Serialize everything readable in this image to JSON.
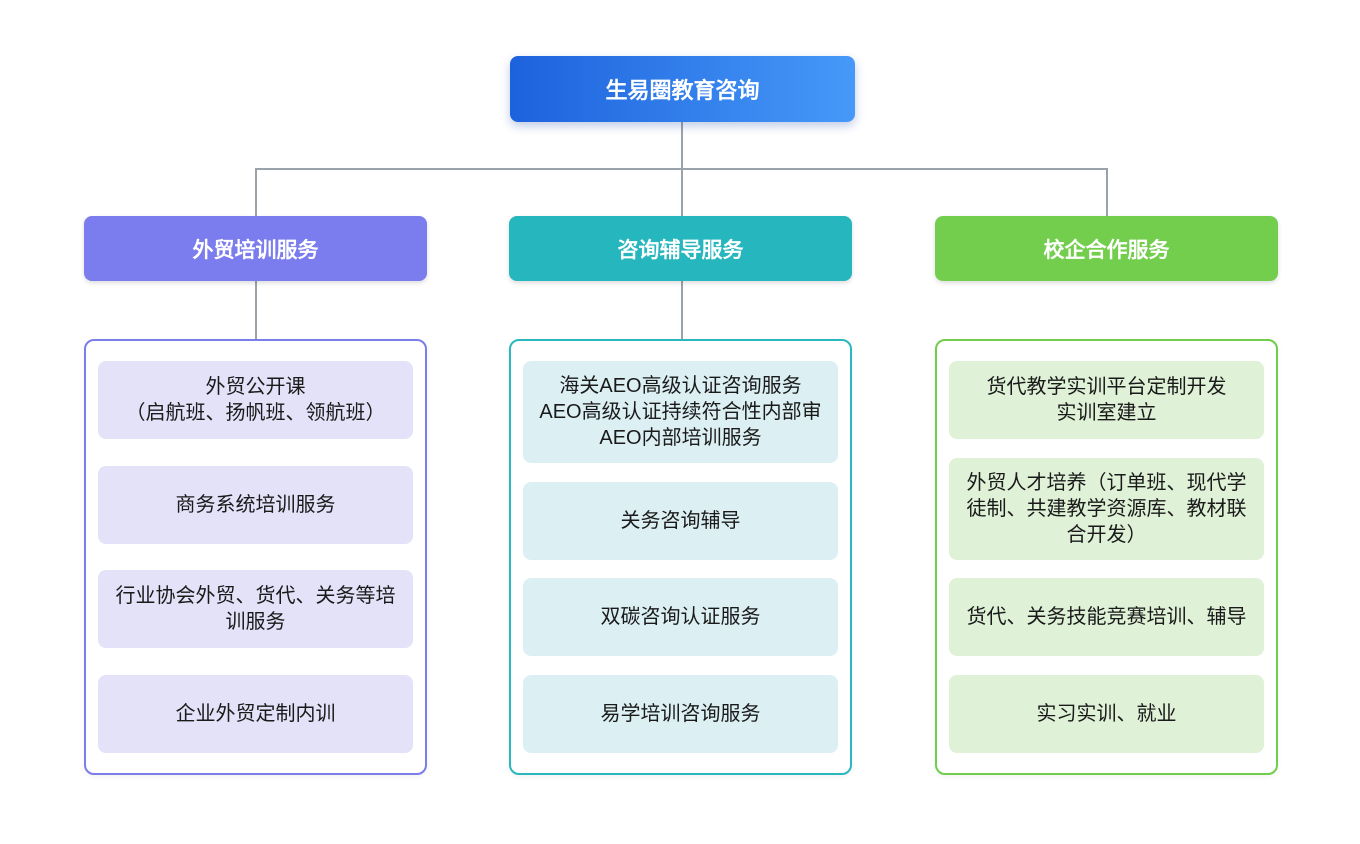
{
  "title": "生易圈教育咨询",
  "tree": {
    "root": {
      "label": "生易圈教育咨询"
    },
    "branches": [
      {
        "label": "外贸培训服务",
        "items": [
          "外贸公开课\n（启航班、扬帆班、领航班）",
          "商务系统培训服务",
          "行业协会外贸、货代、关务等培训服务",
          "企业外贸定制内训"
        ]
      },
      {
        "label": "咨询辅导服务",
        "items": [
          "海关AEO高级认证咨询服务\nAEO高级认证持续符合性内部审\nAEO内部培训服务",
          "关务咨询辅导",
          "双碳咨询认证服务",
          "易学培训咨询服务"
        ]
      },
      {
        "label": "校企合作服务",
        "items": [
          "货代教学实训平台定制开发\n实训室建立",
          "外贸人才培养（订单班、现代学徒制、共建教学资源库、教材联合开发）",
          "货代、关务技能竞赛培训、辅导",
          "实习实训、就业"
        ]
      }
    ]
  },
  "colors": {
    "root_gradient_start": "#1d62dd",
    "root_gradient_end": "#4699f8",
    "branch_1_header": "#7b7cee",
    "branch_1_border": "#7b7de9",
    "branch_1_item_bg": "#e4e2f8",
    "branch_2_header": "#26b6bd",
    "branch_2_border": "#2ab7be",
    "branch_2_item_bg": "#dcf0f3",
    "branch_3_header": "#74ce4d",
    "branch_3_border": "#70ce4a",
    "branch_3_item_bg": "#dff1d7",
    "connector": "#9aa3ab",
    "item_text": "#1a1a1a",
    "node_text": "#ffffff"
  }
}
